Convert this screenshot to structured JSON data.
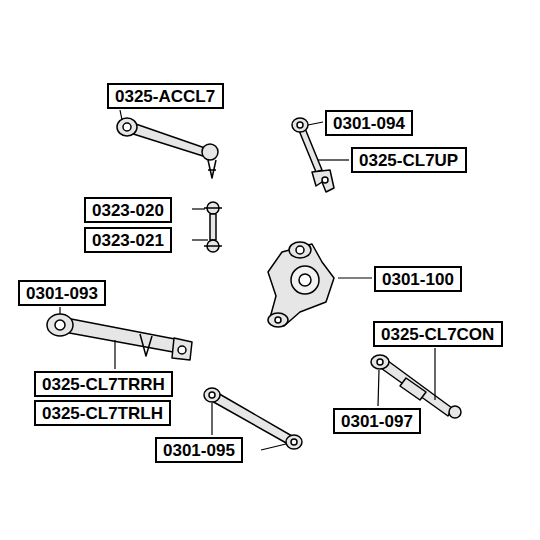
{
  "diagram": {
    "nodes": [
      {
        "text": [
          "0325-ACCL7"
        ]
      },
      {
        "text": [
          "0301-094"
        ]
      },
      {
        "text": [
          "0325-CL7UP"
        ]
      },
      {
        "text": [
          "0323-020"
        ]
      },
      {
        "text": [
          "0323-021"
        ]
      },
      {
        "text": [
          "0301-100"
        ]
      },
      {
        "text": [
          "0301-093"
        ]
      },
      {
        "text": [
          "0325-CL7CON"
        ]
      },
      {
        "text": [
          "0325-CL7TRRH"
        ]
      },
      {
        "text": [
          "0325-CL7TRLH"
        ]
      },
      {
        "text": [
          "0301-097"
        ]
      },
      {
        "text": [
          "0301-095"
        ]
      }
    ]
  }
}
